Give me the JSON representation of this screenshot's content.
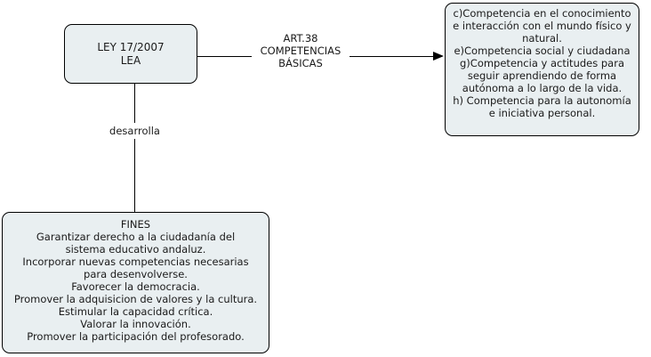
{
  "diagram": {
    "title": "Mapa conceptual LEY 17/2007 LEA",
    "background_color": "#ffffff",
    "node_fill_color": "#e9eff1",
    "node_border_color": "#000000",
    "text_color": "#1a1a1a"
  },
  "nodes": {
    "ley": {
      "name": "LEY 17/2007 LEA",
      "lines": [
        "LEY 17/2007",
        "LEA"
      ]
    },
    "competencias": {
      "name": "Competencias basicas",
      "lines": [
        "c)Competencia en el conocimiento",
        "e interacción con el mundo físico y",
        "natural.",
        "e)Competencia social y ciudadana",
        "g)Competencia y actitudes para",
        "seguir aprendiendo de forma",
        "autónoma a lo largo de la vida.",
        "h) Competencia para la autonomía",
        "e iniciativa personal."
      ]
    },
    "fines": {
      "name": "Fines",
      "lines": [
        "FINES",
        "Garantizar derecho a la ciudadanía del",
        "sistema educativo andaluz.",
        "Incorporar nuevas competencias necesarias",
        "para desenvolverse.",
        "Favorecer la democracia.",
        "Promover la adquisicion de valores y la cultura.",
        "Estimular la capacidad crítica.",
        "Valorar la innovación.",
        "Promover la participación del profesorado."
      ]
    }
  },
  "edges": {
    "art38": {
      "from": "ley",
      "to": "competencias",
      "lines": [
        "ART.38",
        "COMPETENCIAS",
        "BÁSICAS"
      ],
      "arrow": "right"
    },
    "desarrolla": {
      "from": "ley",
      "to": "fines",
      "label": "desarrolla",
      "arrow": "none"
    }
  }
}
